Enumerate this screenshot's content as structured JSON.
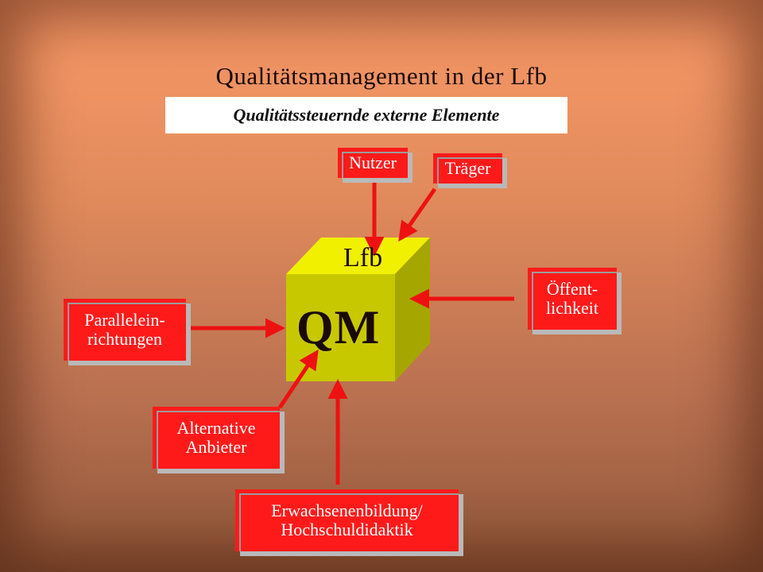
{
  "slide": {
    "title": "Qualitätsmanagement  in der Lfb",
    "subtitle": "Qualitätssteuernde externe Elemente"
  },
  "diagram": {
    "cube": {
      "top_label": "Lfb",
      "center_label": "QM",
      "front_color": "#c8c800",
      "top_color": "#f0f000",
      "side_color": "#a6a600"
    },
    "box_color": "#ff1a1a",
    "arrow_color": "#ee1111",
    "elements": {
      "nutzer": "Nutzer",
      "traeger": "Träger",
      "oeffentlichkeit": "Öffent-\nlichkeit",
      "parallel": "Parallelein-\nrichtungen",
      "alternative": "Alternative\nAnbieter",
      "erwachsenen": "Erwachsenenbildung/\nHochschuldidaktik"
    }
  }
}
